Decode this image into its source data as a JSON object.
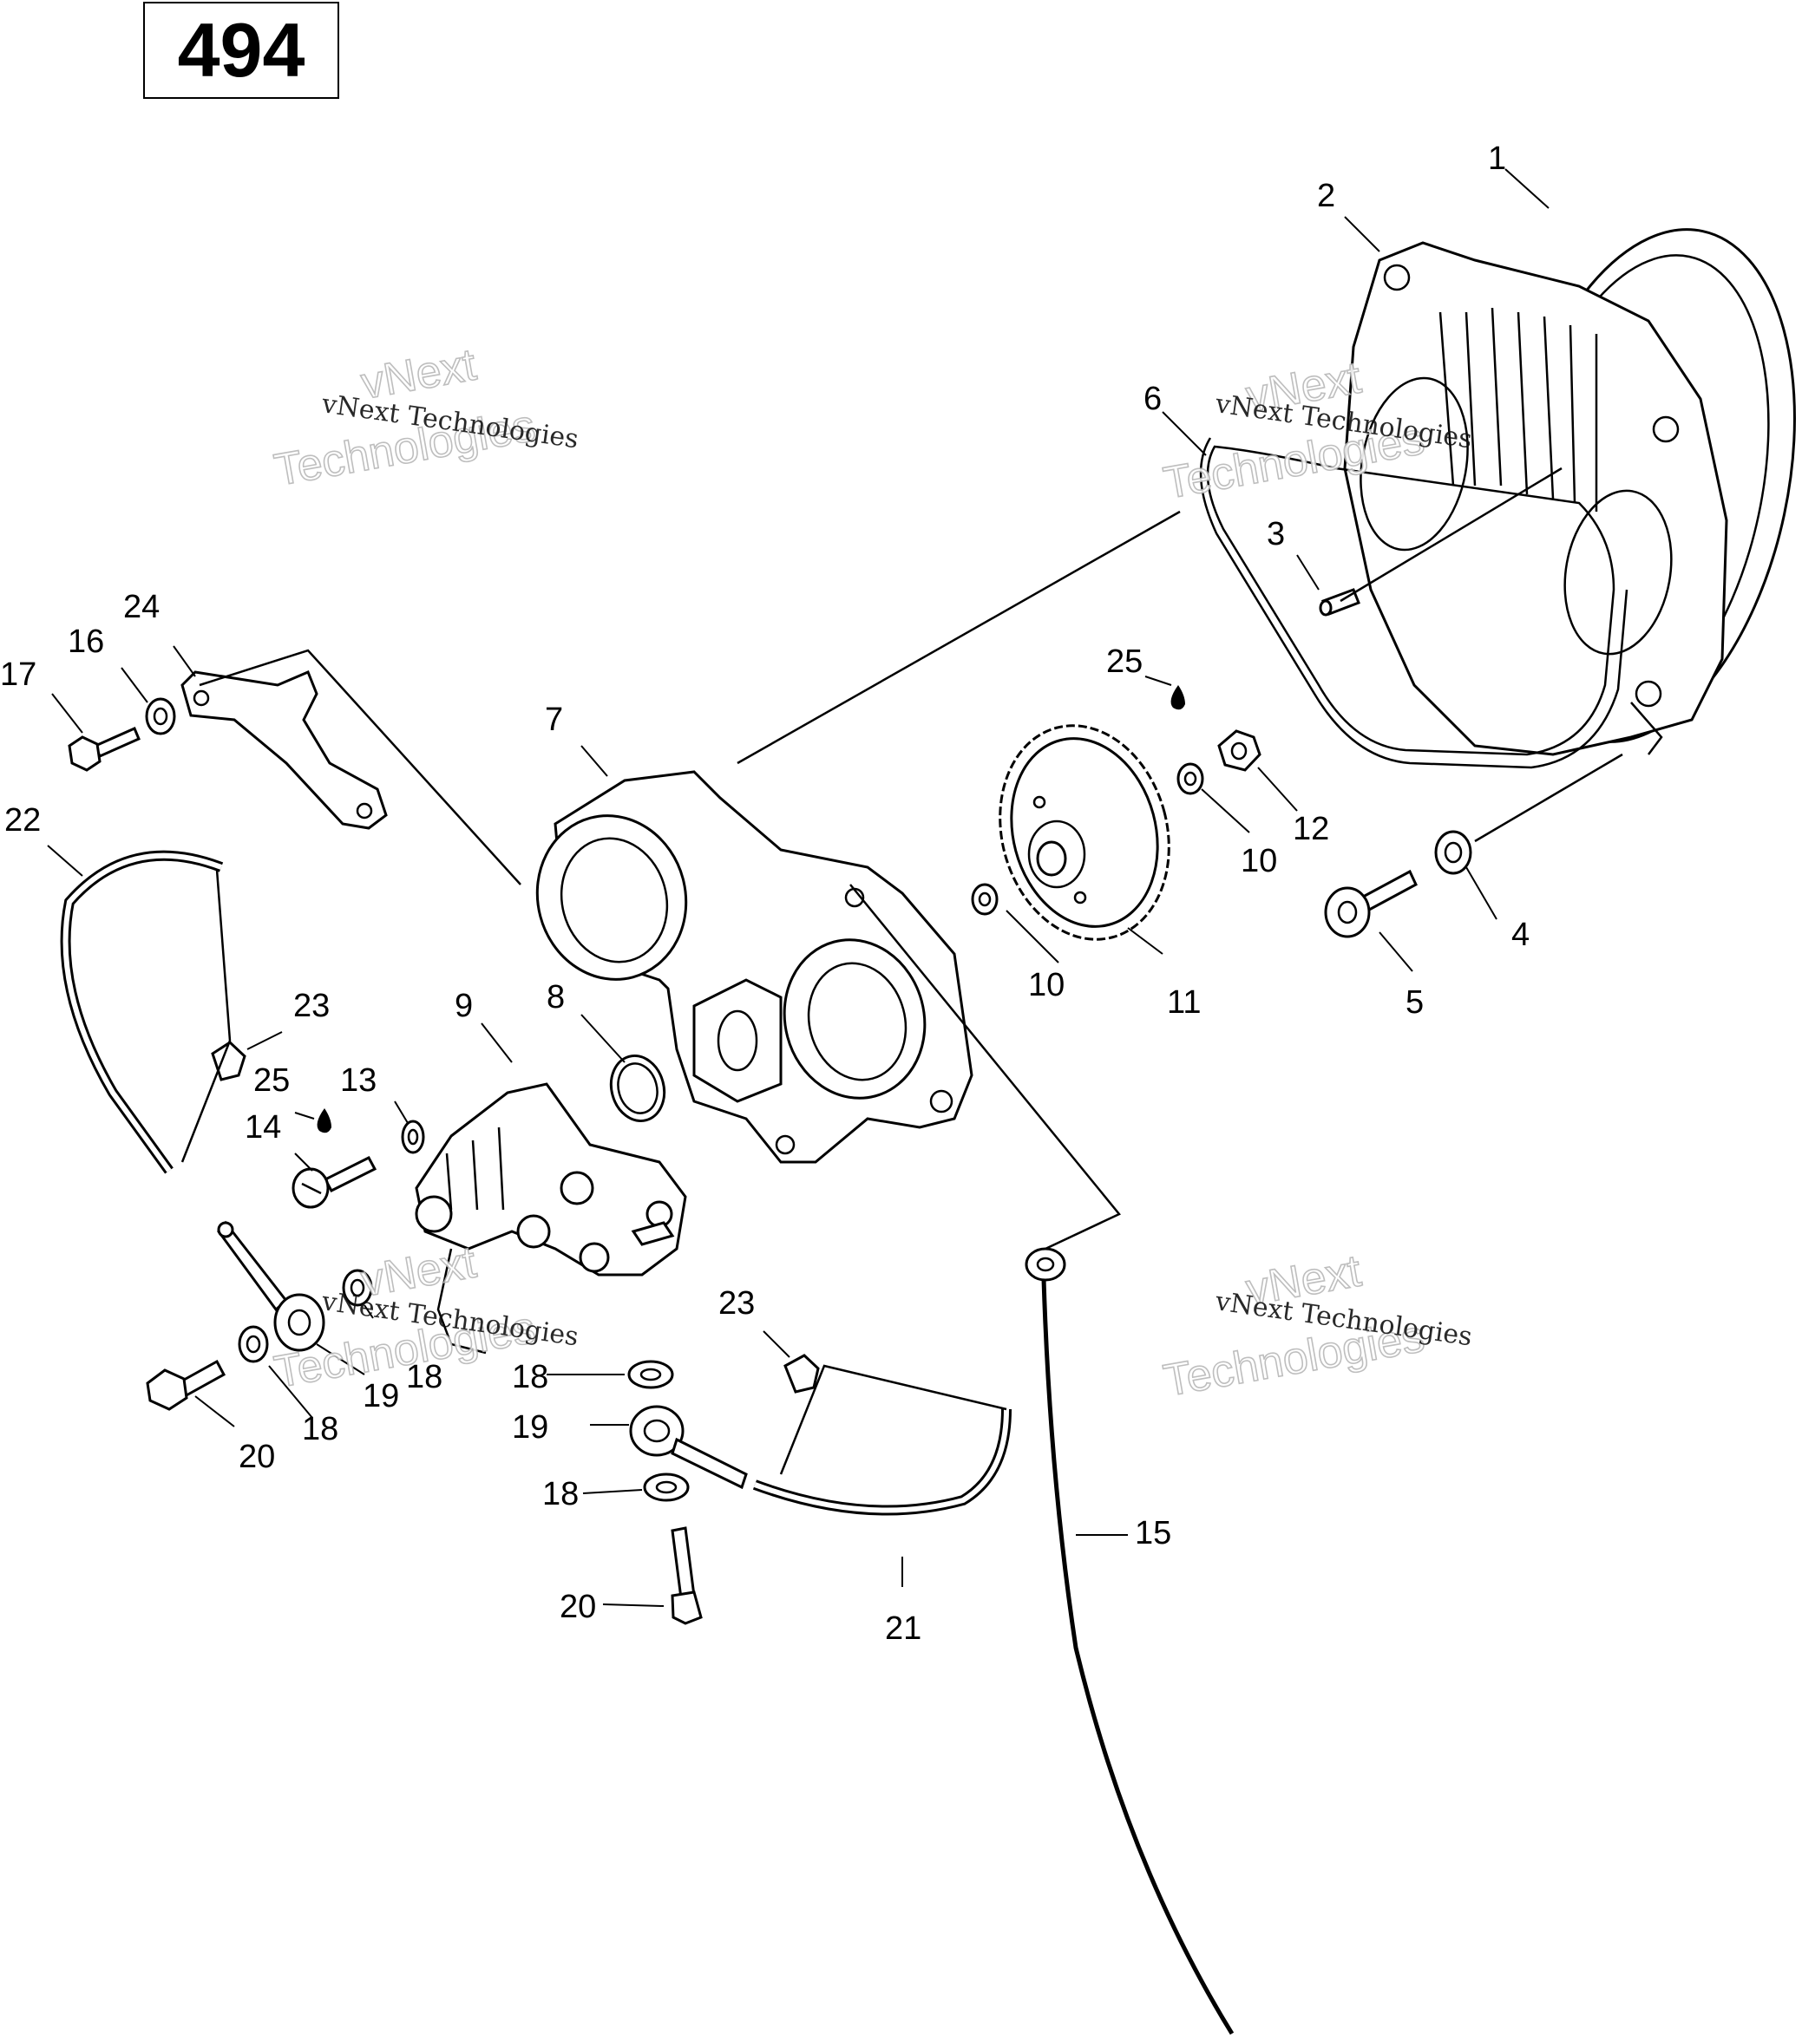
{
  "page_number": "494",
  "watermark": {
    "line_small": "vNext Technologies",
    "line_large_1": "vNext",
    "line_large_2": "Technologies"
  },
  "callouts": [
    "1",
    "2",
    "3",
    "4",
    "5",
    "6",
    "7",
    "8",
    "9",
    "10",
    "10",
    "11",
    "12",
    "13",
    "14",
    "15",
    "16",
    "17",
    "18",
    "18",
    "18",
    "18",
    "19",
    "19",
    "20",
    "20",
    "21",
    "22",
    "23",
    "23",
    "24",
    "25",
    "25"
  ]
}
